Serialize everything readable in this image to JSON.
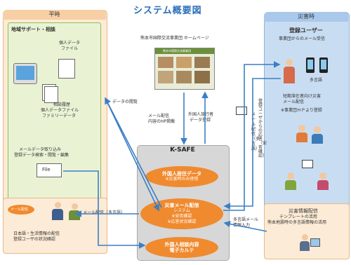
{
  "title": "システム概要図",
  "left": {
    "header": "平時",
    "support_title": "地域サポート・相談",
    "personal_data": [
      "個人データ",
      "ファイル"
    ],
    "consult": [
      "相談履歴",
      "個人データファイル",
      "ファミリーデータ"
    ],
    "mail_import": [
      "メールデータ取り込み",
      "登録データ検索・閲覧・編集"
    ],
    "file_label": "File",
    "mail_badge": "メール配信",
    "bottom_text": [
      "日本語・生活情報の配信",
      "登録ユーザの状況確認"
    ]
  },
  "homepage": {
    "label": "熊本市国際交流事業団 ホームページ",
    "screen_title": "熊本市国際交流事業団"
  },
  "center_labels": {
    "data_browse": "データの閲覧",
    "hp_post": [
      "メール配信",
      "内容のHP掲載"
    ],
    "traveler": [
      "外国人旅行者",
      "データ登録"
    ],
    "mail_multi": "メール配信（多言語）",
    "multi_input": [
      "多言語メール",
      "情報入力"
    ]
  },
  "ksafe": {
    "title": "K-SAFE",
    "residence": [
      "外国人居住データ",
      "※災害時のみ使用"
    ],
    "disaster_mail": [
      "災害メール配信",
      "システム",
      "※安否確認",
      "※応答状況確認"
    ],
    "consult_chart": [
      "外国人相談内容",
      "電子カルテ"
    ]
  },
  "right": {
    "header": "災害時",
    "registered_user": "登録ユーザー",
    "from_org": "事業団からのメール受信",
    "multilingual": "多言語",
    "short_stay": [
      "短期滞在者向け災害",
      "メール配信",
      "※事業団ＨＰより登録"
    ],
    "mail_delivery_vertical": "メール配信（多言語）",
    "user_reply_vertical": "登録ユーザからの応答（安否確認）",
    "bottom_title": "災害情報配信",
    "bottom_text": [
      "テンプレートの活用",
      "熊本地震時の多言語情報の活用"
    ]
  }
}
